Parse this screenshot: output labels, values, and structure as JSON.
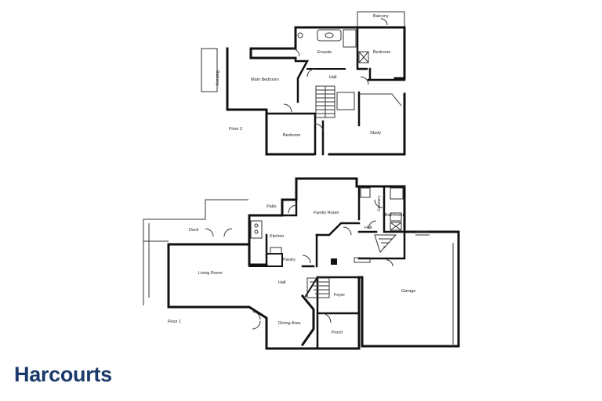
{
  "floor2": {
    "label": "Floor 2",
    "rooms": {
      "balcony_top": "Balcony",
      "balcony_left": "Balcony",
      "ensuite": "Ensuite",
      "bedroom_top": "Bedroom",
      "main_bedroom": "Main Bedroom",
      "hall": "Hall",
      "bedroom_bottom": "Bedroom",
      "study": "Study"
    }
  },
  "floor1": {
    "label": "Floor 1",
    "rooms": {
      "patio": "Patio",
      "deck": "Deck",
      "kitchen": "Kitchen",
      "family_room": "Family Room",
      "laundry": "Laundry",
      "bathroom": "Bathroom",
      "hall_right": "Hall",
      "pantry": "Pantry",
      "living_room": "Living Room",
      "hall_center": "Hall",
      "foyer": "Foyer",
      "garage": "Garage",
      "dining_area": "Dining Area",
      "porch": "Porch"
    }
  },
  "brand": {
    "name": "Harcourts",
    "color": "#1b3a6b"
  }
}
